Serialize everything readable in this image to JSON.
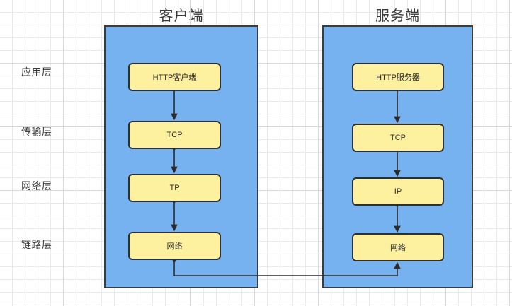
{
  "diagram": {
    "title_client": "客户端",
    "title_server": "服务端",
    "layer_labels": [
      "应用层",
      "传输层",
      "网络层",
      "链路层"
    ],
    "client_nodes": [
      "HTTP客户端",
      "TCP",
      "TP",
      "网络"
    ],
    "server_nodes": [
      "HTTP服务器",
      "TCP",
      "IP",
      "网络"
    ],
    "colors": {
      "container_fill": "#76b2ef",
      "container_stroke": "#3b3b3b",
      "node_fill": "#fdf1a0",
      "node_stroke": "#2f2f2f",
      "grid_line": "#eaeaea",
      "text": "#3a3a3a",
      "arrow": "#2b2b2b",
      "background": "#ffffff"
    }
  }
}
